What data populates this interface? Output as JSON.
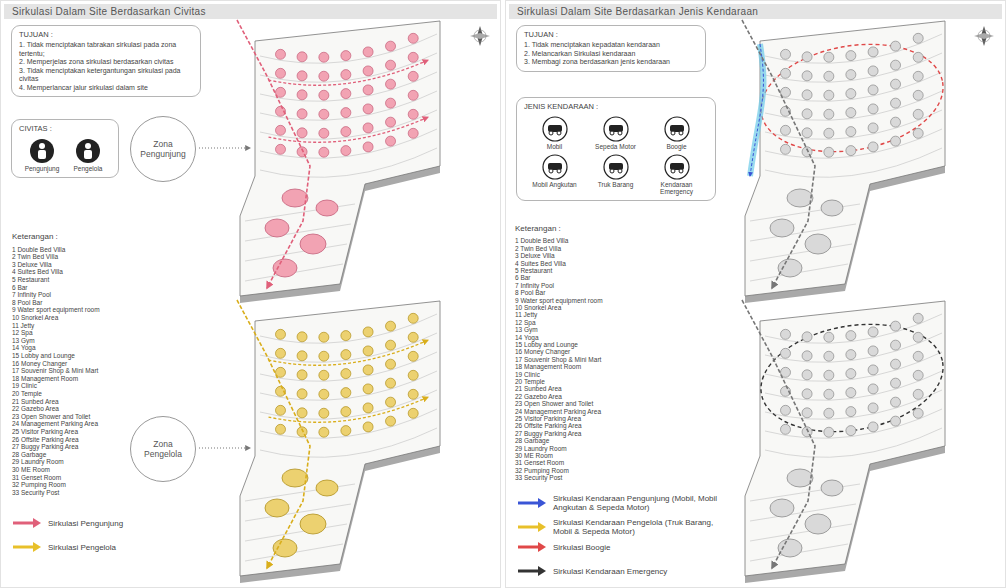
{
  "diagram": {
    "nodes": [
      {
        "text": [
          "Sirkulasi Dalam Site Berdasarkan Civitas"
        ]
      },
      {
        "text": [
          "TUJUAN :",
          "1. Tidak menciptakan tabrakan sirkulasi pada zona tertentu;",
          "2. Memperjelas zona sirkulasi berdasarkan civitas",
          "3. Tidak menciptakan ketergantungan sirkulasi pada civitas",
          "4. Memperlancar jalur sirkulasi dalam site"
        ],
        "in": 0
      },
      {
        "text": [
          "CIVITAS :",
          "Pengunjung",
          "Pengelola"
        ],
        "in": 0
      },
      {
        "text": [
          "Zona Pengunjung"
        ],
        "in": 0
      },
      {
        "text": [
          "Zona Pengelola"
        ],
        "in": 0
      },
      {
        "text": [
          "Sirkulasi Dalam Site Berdasarkan Jenis Kendaraan"
        ]
      },
      {
        "text": [
          "TUJUAN :",
          "1. Tidak menciptakan kepadatan kendaraan",
          "2. Melancarkan Sirkulasi kendaraan",
          "3. Membagi zona berdasarkan jenis kendaraan"
        ],
        "in": 5
      },
      {
        "text": [
          "JENIS KENDARAAN :",
          "Mobil",
          "Sepeda Motor",
          "Boogie",
          "Mobil Angkutan",
          "Truk Barang",
          "Kendaraan Emergency"
        ],
        "in": 5
      }
    ],
    "labels": [
      "Keterangan :",
      "1 Double Bed Villa",
      "2 Twin Bed Villa",
      "3 Deluxe Villa",
      "4 Suites Bed Villa",
      "5 Restaurant",
      "6 Bar",
      "7 Infinity Pool",
      "8 Pool Bar",
      "9 Water sport equipment room",
      "10 Snorkel Area",
      "11 Jetty",
      "12 Spa",
      "13 Gym",
      "14 Yoga",
      "15 Lobby and Lounge",
      "16 Money Changer",
      "17 Souvenir Shop & Mini Mart",
      "18 Management Room",
      "19 Clinic",
      "20 Temple",
      "21 Sunbed Area",
      "22 Gazebo Area",
      "23 Open Shower and Toilet",
      "24 Management Parking Area",
      "25 Visitor Parking Area",
      "26 Offsite Parking Area",
      "27 Buggy Parking Area",
      "28 Garbage",
      "29 Laundry Room",
      "30 ME Room",
      "31 Genset Room",
      "32 Pumping Room",
      "33 Security Post",
      "Keterangan :",
      "1 Double Bed Villa",
      "2 Twin Bed Villa",
      "3 Deluxe Villa",
      "4 Suites Bed Villa",
      "5 Restaurant",
      "6 Bar",
      "7 Infinity Pool",
      "8 Pool Bar",
      "9 Water sport equipment room",
      "10 Snorkel Area",
      "11 Jetty",
      "12 Spa",
      "13 Gym",
      "14 Yoga",
      "15 Lobby and Lounge",
      "16 Money Changer",
      "17 Souvenir Shop & Mini Mart",
      "18 Management Room",
      "19 Clinic",
      "20 Temple",
      "21 Sunbed Area",
      "22 Gazebo Area",
      "23 Open Shower and Toilet",
      "24 Management Parking Area",
      "25 Visitor Parking Area",
      "26 Offsite Parking Area",
      "27 Buggy Parking Area",
      "28 Garbage",
      "29 Laundry Room",
      "30 ME Room",
      "31 Genset Room",
      "32 Pumping Room",
      "33 Security Post"
    ],
    "legend": [
      {
        "text": "Sirkulasi Pengunjung"
      },
      {
        "text": "Sirkulasi Pengelola"
      },
      {
        "text": "Sirkulasi Kendaraan Pengunjung (Mobil, Mobil Angkutan & Sepeda Motor)"
      },
      {
        "text": "Sirkulasi Kendaraan Pengelola (Truk Barang, Mobil & Sepeda Motor)"
      },
      {
        "text": "Sirkulasi Boogie"
      },
      {
        "text": "Sirkulasi Kendaraan Emergency"
      }
    ]
  }
}
